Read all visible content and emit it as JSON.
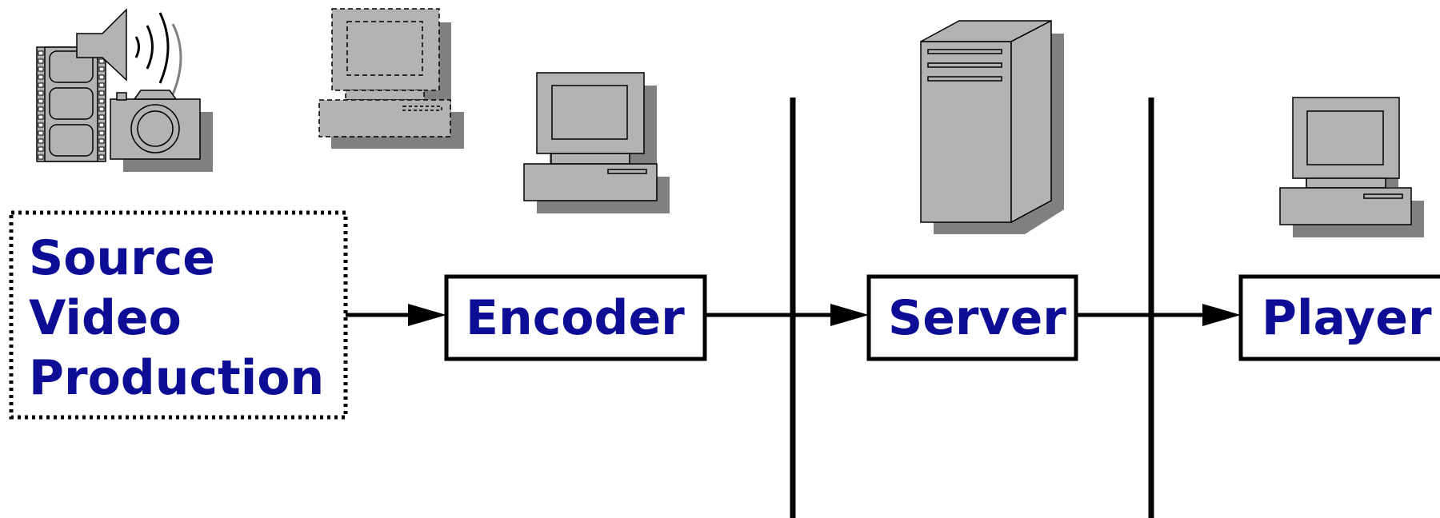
{
  "diagram": {
    "source_label_lines": [
      "Source",
      "Video",
      "Production"
    ],
    "encoder_label": "Encoder",
    "server_label": "Server",
    "player_label": "Player",
    "colors": {
      "label_text": "#0d0d96",
      "icon_fill": "#b3b3b3",
      "icon_shadow": "#808080",
      "line": "#000000"
    },
    "icons": [
      "media-source-icon",
      "desktop-computer-icon",
      "tower-server-icon"
    ]
  }
}
